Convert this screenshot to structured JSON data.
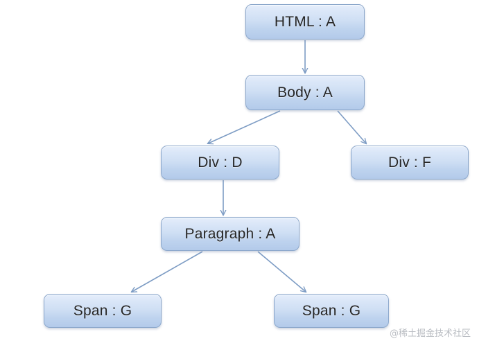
{
  "diagram": {
    "type": "dom-tree",
    "title": "DOM tree node diagram",
    "background_color": "#ffffff",
    "node_fill_top": "#e6eefb",
    "node_fill_bottom": "#b3caea",
    "node_border_color": "#8ba7cb",
    "node_text_color": "#262626",
    "edge_color": "#7d9cc4",
    "nodes": [
      {
        "id": "html",
        "label": "HTML : A"
      },
      {
        "id": "body",
        "label": "Body : A"
      },
      {
        "id": "div_d",
        "label": "Div : D"
      },
      {
        "id": "div_f",
        "label": "Div : F"
      },
      {
        "id": "paragraph",
        "label": "Paragraph : A"
      },
      {
        "id": "span_left",
        "label": "Span : G"
      },
      {
        "id": "span_right",
        "label": "Span : G"
      }
    ],
    "edges": [
      {
        "from": "html",
        "to": "body"
      },
      {
        "from": "body",
        "to": "div_d"
      },
      {
        "from": "body",
        "to": "div_f"
      },
      {
        "from": "div_d",
        "to": "paragraph"
      },
      {
        "from": "paragraph",
        "to": "span_left"
      },
      {
        "from": "paragraph",
        "to": "span_right"
      }
    ]
  },
  "watermark": {
    "text": "@稀土掘金技术社区"
  }
}
